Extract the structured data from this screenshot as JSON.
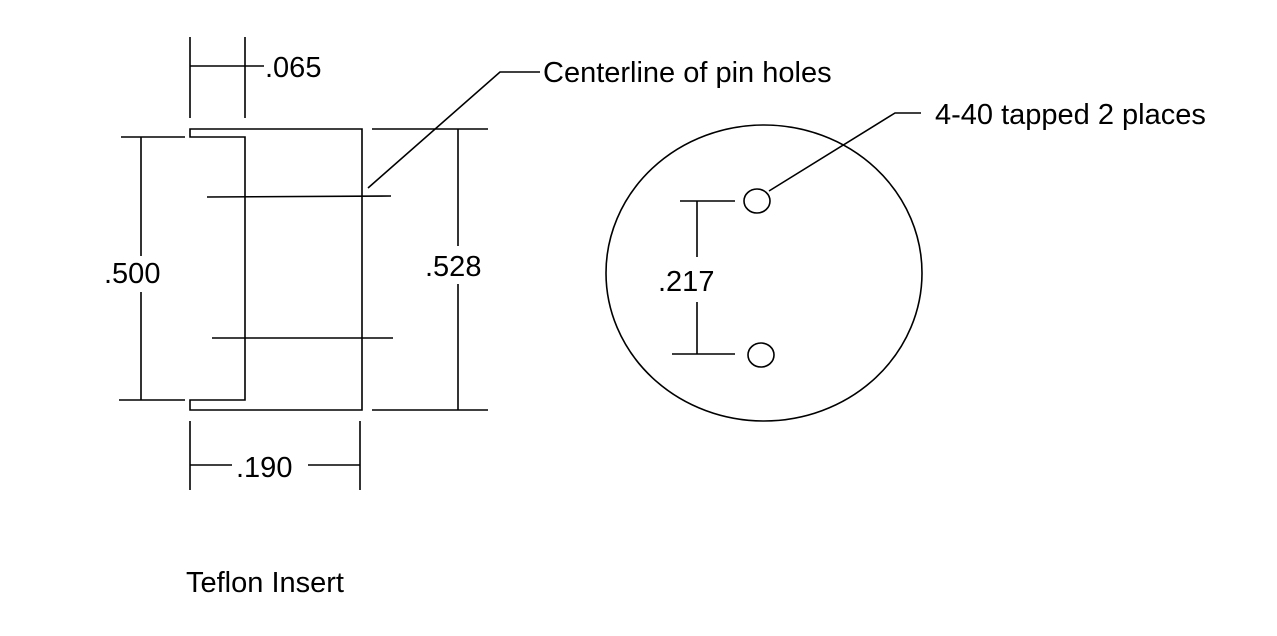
{
  "dimensions": {
    "flange_thickness": ".065",
    "inner_height": ".500",
    "outer_height": ".528",
    "overall_width": ".190",
    "hole_spacing": ".217"
  },
  "callouts": {
    "centerline": "Centerline of pin holes",
    "tapped_holes": "4-40 tapped 2 places"
  },
  "caption": "Teflon Insert"
}
